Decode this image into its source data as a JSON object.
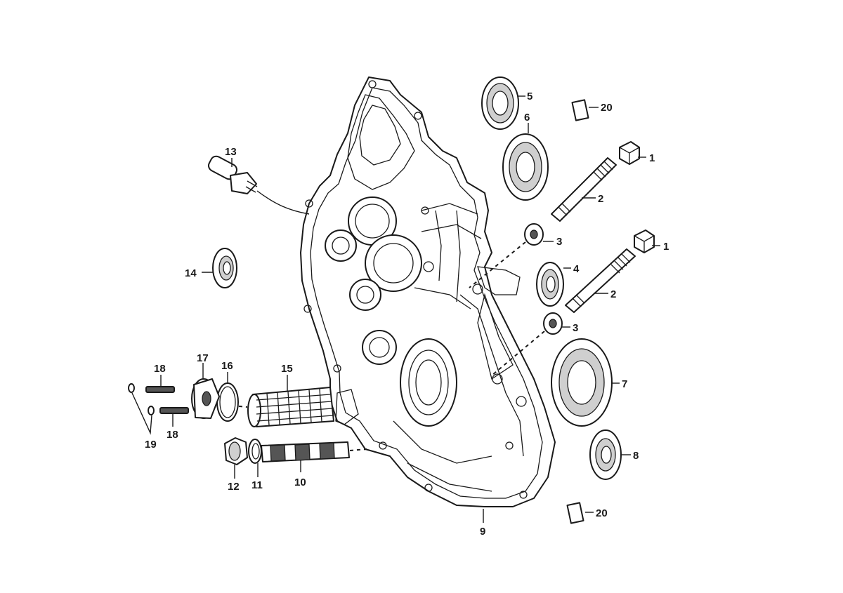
{
  "callouts": {
    "c1a": "1",
    "c1b": "1",
    "c2a": "2",
    "c2b": "2",
    "c3a": "3",
    "c3b": "3",
    "c4": "4",
    "c5": "5",
    "c6": "6",
    "c7": "7",
    "c8": "8",
    "c9": "9",
    "c10": "10",
    "c11": "11",
    "c12": "12",
    "c13": "13",
    "c14": "14",
    "c15": "15",
    "c16": "16",
    "c17": "17",
    "c18a": "18",
    "c18b": "18",
    "c19": "19",
    "c20a": "20",
    "c20b": "20"
  }
}
